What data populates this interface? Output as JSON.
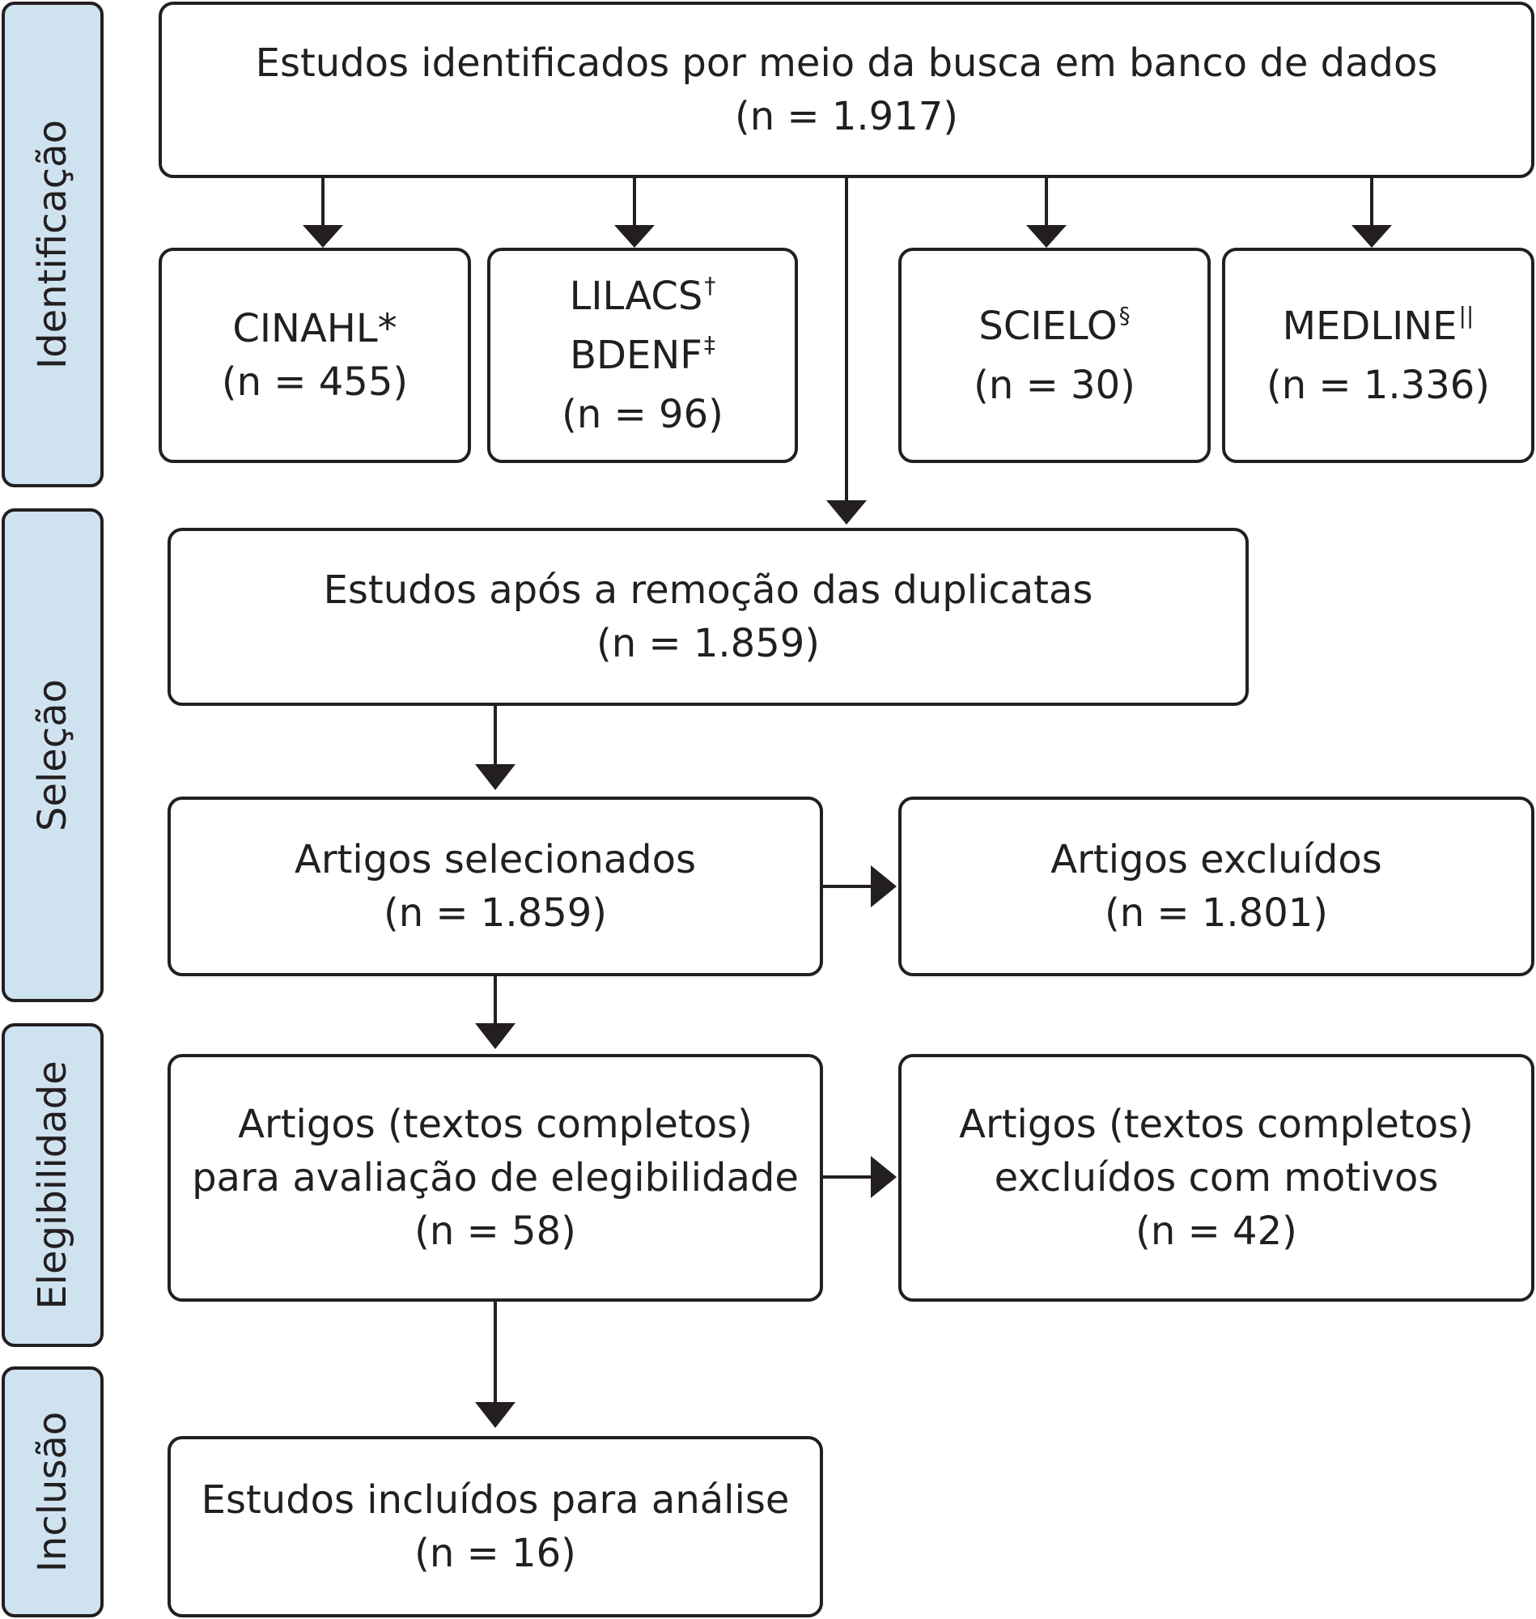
{
  "stages": {
    "identification": "Identificação",
    "selection": "Seleção",
    "eligibility": "Elegibilidade",
    "inclusion": "Inclusão"
  },
  "identified": {
    "label": "Estudos identificados por meio da busca em banco de dados",
    "count": "(n = 1.917)"
  },
  "databases": {
    "cinahl": {
      "label": "CINAHL",
      "sup": "*",
      "count": "(n = 455)"
    },
    "lilacs": {
      "label1": "LILACS",
      "sup1": "†",
      "label2": "BDENF",
      "sup2": "‡",
      "count": "(n = 96)"
    },
    "scielo": {
      "label": "SCIELO",
      "sup": "§",
      "count": "(n = 30)"
    },
    "medline": {
      "label": "MEDLINE",
      "sup": "||",
      "count": "(n = 1.336)"
    }
  },
  "after_duplicates": {
    "label": "Estudos após a remoção das duplicatas",
    "count": "(n = 1.859)"
  },
  "selected": {
    "label": "Artigos selecionados",
    "count": "(n = 1.859)"
  },
  "excluded": {
    "label": "Artigos excluídos",
    "count": "(n = 1.801)"
  },
  "fulltext": {
    "label1": "Artigos (textos completos)",
    "label2": "para avaliação de elegibilidade",
    "count": "(n = 58)"
  },
  "fulltext_excluded": {
    "label1": "Artigos (textos completos)",
    "label2": "excluídos com motivos",
    "count": "(n = 42)"
  },
  "included": {
    "label": "Estudos incluídos para análise",
    "count": "(n = 16)"
  }
}
